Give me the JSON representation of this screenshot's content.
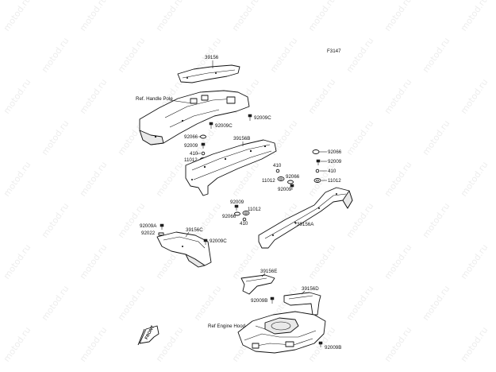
{
  "figure_code": "F3147",
  "watermark_text": "motod.ru",
  "front_badge": "FRONT",
  "labels": {
    "l39156": "39156",
    "ref_handle_pole": "Ref. Handle Pole",
    "l92009C_a": "92009C",
    "l92009C_b": "92009C",
    "l92066_a": "92066",
    "l92009_a": "92009",
    "l410_a": "410",
    "l11012_a": "11012",
    "l39156B": "39156B",
    "l410_b": "410",
    "l11012_b": "11012",
    "l92066_b": "92066",
    "l92009_b": "92009",
    "r92066": "92066",
    "r92009": "92009",
    "r410": "410",
    "r11012": "11012",
    "m92009": "92009",
    "m92066": "92066",
    "m11012": "11012",
    "m410": "410",
    "l39156A": "39156A",
    "l92009A": "92009A",
    "l92022": "92022",
    "l39156C": "39156C",
    "l92009C_c": "92009C",
    "l39156E": "39156E",
    "l39156D": "39156D",
    "l92009B_a": "92009B",
    "ref_engine_hood": "Ref Engine Hood",
    "l92009B_b": "92009B"
  }
}
